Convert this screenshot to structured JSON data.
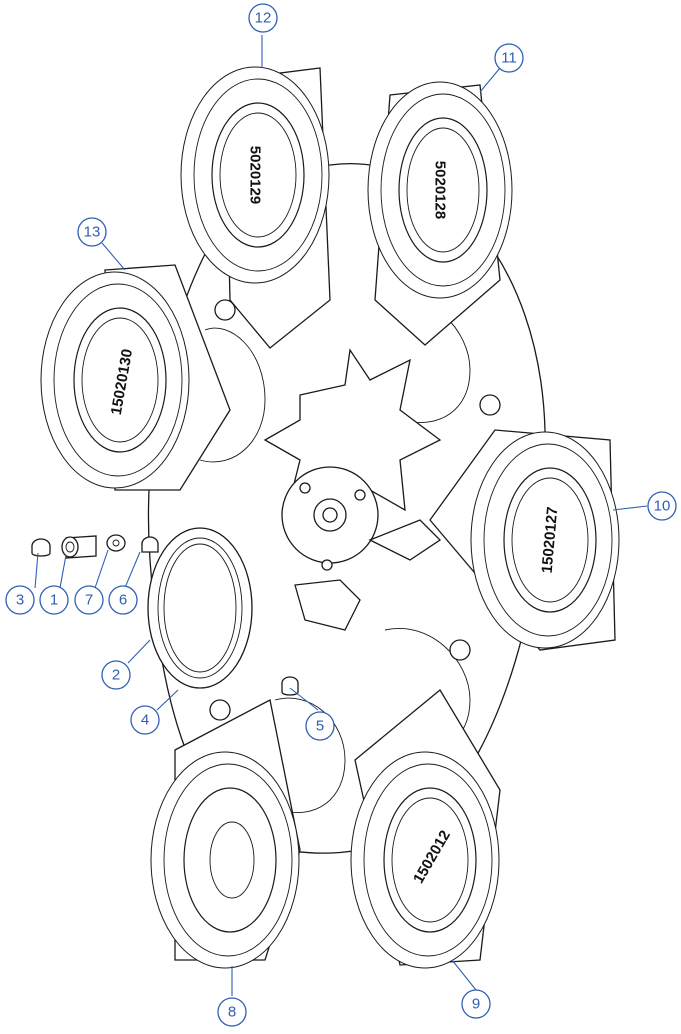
{
  "callouts": [
    {
      "id": "1",
      "label": "1"
    },
    {
      "id": "2",
      "label": "2"
    },
    {
      "id": "3",
      "label": "3"
    },
    {
      "id": "4",
      "label": "4"
    },
    {
      "id": "5",
      "label": "5"
    },
    {
      "id": "6",
      "label": "6"
    },
    {
      "id": "7",
      "label": "7"
    },
    {
      "id": "8",
      "label": "8"
    },
    {
      "id": "9",
      "label": "9"
    },
    {
      "id": "10",
      "label": "10"
    },
    {
      "id": "11",
      "label": "11"
    },
    {
      "id": "12",
      "label": "12"
    },
    {
      "id": "13",
      "label": "13"
    }
  ],
  "filter_part_numbers": {
    "pos9": "1502012",
    "pos10": "15020127",
    "pos11": "5020128",
    "pos12": "5020129",
    "pos13": "15020130"
  },
  "colors": {
    "callout": "#2f5fb4",
    "line": "#1a1a1a",
    "background": "#ffffff"
  }
}
